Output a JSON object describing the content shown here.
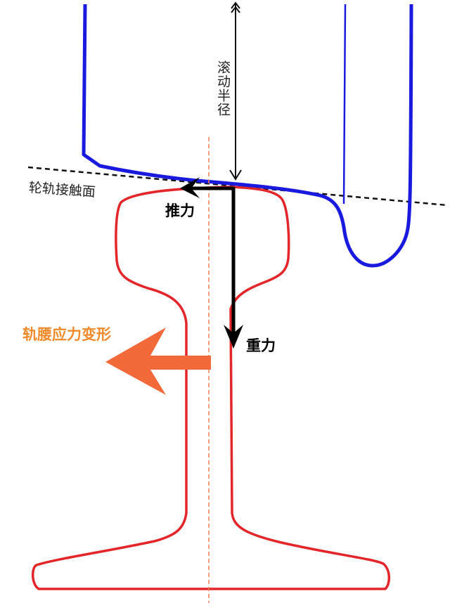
{
  "labels": {
    "rolling_radius": "滚动半径",
    "contact_plane": "轮轨接触面",
    "thrust": "推力",
    "gravity": "重力",
    "web_deformation": "轨腰应力变形"
  },
  "colors": {
    "wheel": "#1a1adf",
    "rail": "#e3262a",
    "force": "#000000",
    "deformation_arrow": "#f26a3a",
    "deformation_text": "#ee8a2a",
    "centerline": "#f08050"
  }
}
